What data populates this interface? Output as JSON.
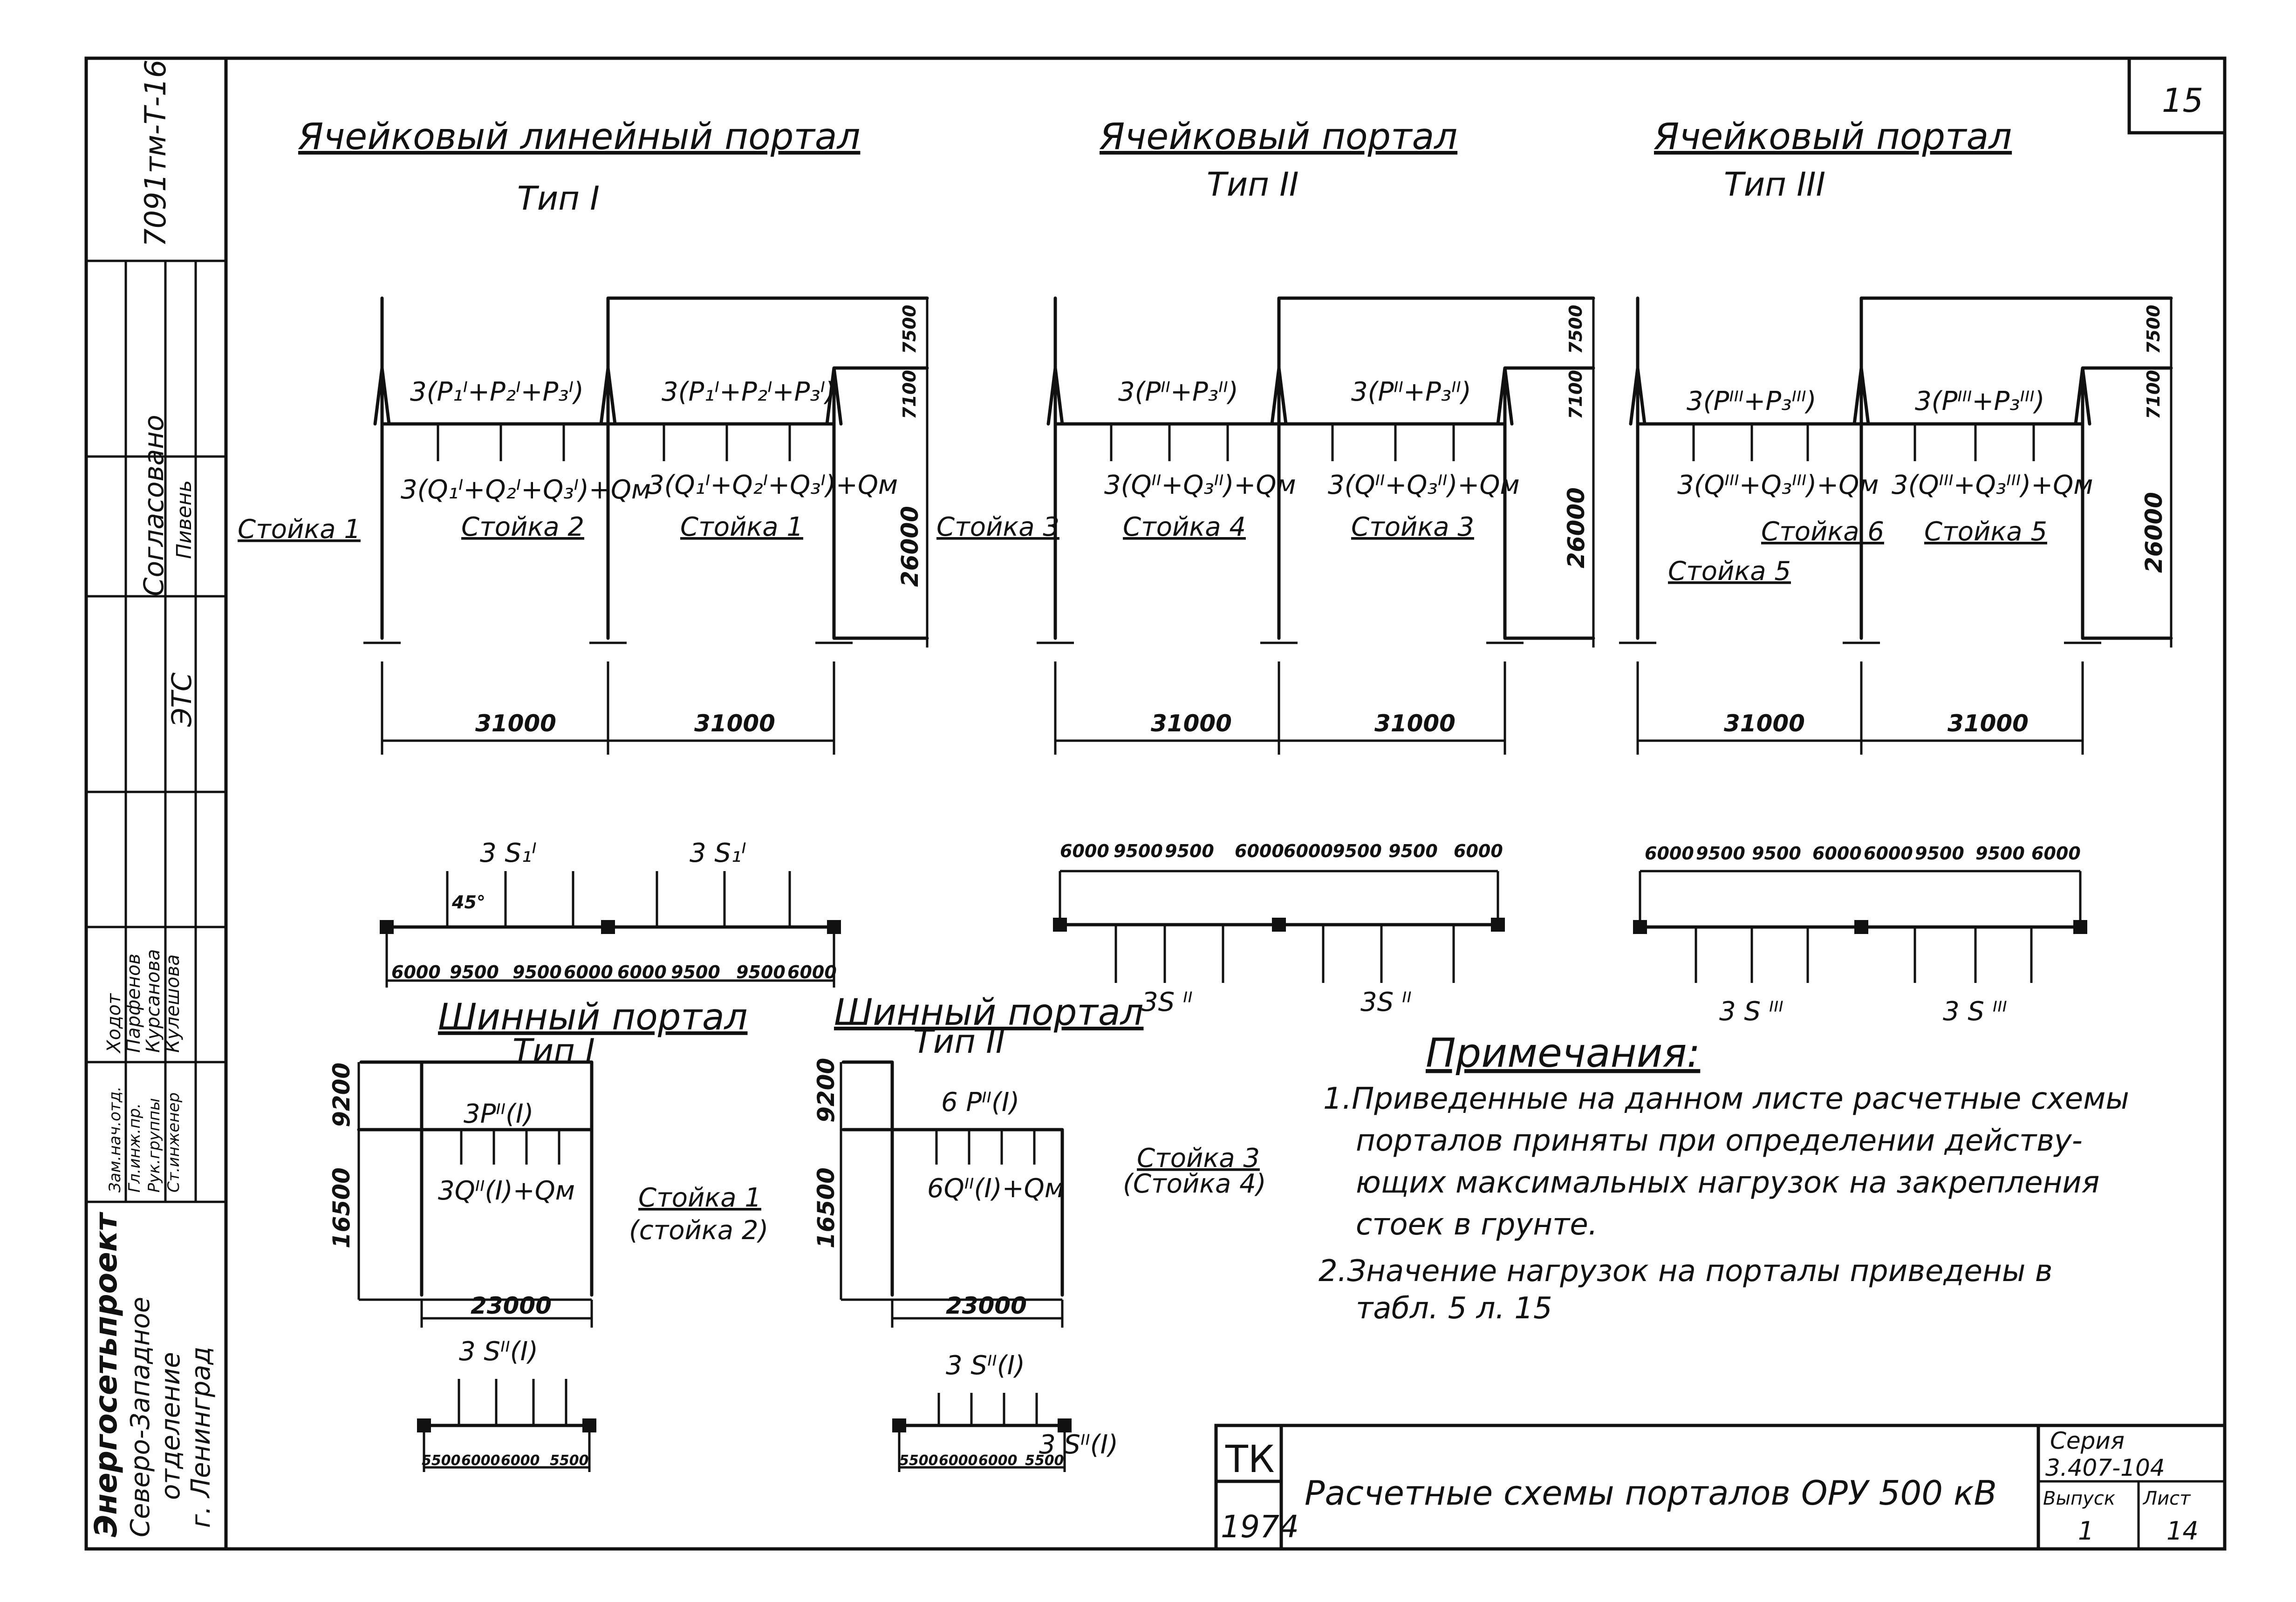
{
  "sheet": {
    "page_number": "15"
  },
  "portals": {
    "type1": {
      "title": "Ячейковый линейный портал",
      "subtitle": "Тип I",
      "load_top_a": "3(P₁ᴵ+P₂ᴵ+P₃ᴵ)",
      "load_top_b": "3(P₁ᴵ+P₂ᴵ+P₃ᴵ)",
      "load_bot_a": "3(Q₁ᴵ+Q₂ᴵ+Q₃ᴵ)+Qм",
      "load_bot_b": "3(Q₁ᴵ+Q₂ᴵ+Q₃ᴵ)+Qм",
      "post_left": "Стойка 1",
      "post_mid": "Стойка 2",
      "post_right": "Стойка 1",
      "span_a": "31000",
      "span_b": "31000",
      "h1": "7500",
      "h2": "7100",
      "h3": "26000",
      "plan_a": "3 S₁ᴵ",
      "plan_b": "3 S₁ᴵ",
      "angle": "45°",
      "segs": [
        "6000",
        "9500",
        "9500",
        "6000",
        "6000",
        "9500",
        "9500",
        "6000"
      ]
    },
    "type2": {
      "title": "Ячейковый портал",
      "subtitle": "Тип II",
      "left_post": "Стойка 3",
      "load_top_a": "3(Pᴵᴵ+P₃ᴵᴵ)",
      "load_top_b": "3(Pᴵᴵ+P₃ᴵᴵ)",
      "load_bot_a": "3(Qᴵᴵ+Q₃ᴵᴵ)+Qм",
      "load_bot_b": "3(Qᴵᴵ+Q₃ᴵᴵ)+Qм",
      "post_mid": "Стойка 4",
      "post_right": "Стойка 3",
      "span_a": "31000",
      "span_b": "31000",
      "h1": "7500",
      "h2": "7100",
      "h3": "26000",
      "plan_a": "3S ᴵᴵ",
      "plan_b": "3S ᴵᴵ",
      "segs": [
        "6000",
        "9500",
        "9500",
        "6000",
        "6000",
        "9500",
        "9500",
        "6000"
      ]
    },
    "type3": {
      "title": "Ячейковый портал",
      "subtitle": "Тип III",
      "load_top_a": "3(Pᴵᴵᴵ+P₃ᴵᴵᴵ)",
      "load_top_b": "3(Pᴵᴵᴵ+P₃ᴵᴵᴵ)",
      "load_bot_a": "3(Qᴵᴵᴵ+Q₃ᴵᴵᴵ)+Qм",
      "load_bot_b": "3(Qᴵᴵᴵ+Q₃ᴵᴵᴵ)+Qм",
      "post_mid": "Стойка 6",
      "post_right": "Стойка 5",
      "post_left": "Стойка 5",
      "span_a": "31000",
      "span_b": "31000",
      "h1": "7500",
      "h2": "7100",
      "h3": "26000",
      "plan_a": "3 S ᴵᴵᴵ",
      "plan_b": "3 S ᴵᴵᴵ",
      "segs": [
        "6000",
        "9500",
        "9500",
        "6000",
        "6000",
        "9500",
        "9500",
        "6000"
      ]
    },
    "bus1": {
      "title": "Шинный портал",
      "subtitle": "Тип I",
      "load_top": "3Pᴵᴵ(I)",
      "load_bot": "3Qᴵᴵ(I)+Qм",
      "post": "Стойка 1",
      "post_alt": "(стойка 2)",
      "h1": "9200",
      "h2": "16500",
      "span": "23000",
      "plan": "3 Sᴵᴵ(I)",
      "segs": [
        "5500",
        "6000",
        "6000",
        "5500"
      ]
    },
    "bus2": {
      "title": "Шинный портал",
      "subtitle": "Тип II",
      "load_top": "6 Pᴵᴵ(I)",
      "load_bot": "6Qᴵᴵ(I)+Qм",
      "post": "Стойка 3",
      "post_alt": "(Стойка 4)",
      "h1": "9200",
      "h2": "16500",
      "span": "23000",
      "plan": "3 Sᴵᴵ(I)",
      "plan_b": "3 Sᴵᴵ(I)",
      "segs": [
        "5500",
        "6000",
        "6000",
        "5500"
      ]
    }
  },
  "notes": {
    "heading": "Примечания:",
    "line1": "1.Приведенные на данном листе расчетные схемы",
    "line2": "порталов приняты при определении действу-",
    "line3": "ющих максимальных нагрузок на закрепления",
    "line4": "стоек в грунте.",
    "line5": "2.Значение нагрузок на порталы приведены в",
    "line6": "табл. 5 л. 15"
  },
  "title_block": {
    "tk": "ТК",
    "year": "1974",
    "name": "Расчетные схемы порталов ОРУ 500 кВ",
    "series_label": "Серия",
    "series": "3.407-104",
    "issue_label": "Выпуск",
    "issue": "1",
    "sheet_label": "Лист",
    "sheet": "14"
  },
  "side_stamp": {
    "code": "7091тм-Т-16",
    "agreed": "Согласовано",
    "agreed_by": "Пивень",
    "dept": "ЭТС",
    "roles": [
      "Зам.нач.отд.",
      "Гл.инж.пр.",
      "Рук.группы",
      "Ст.инженер"
    ],
    "names": [
      "Ходот",
      "Парфенов",
      "Курсанова",
      "Кулешова"
    ],
    "org1": "Энергосетьпроект",
    "org2": "Северо-Западное",
    "org3": "отделение",
    "org4": "г. Ленинград"
  }
}
